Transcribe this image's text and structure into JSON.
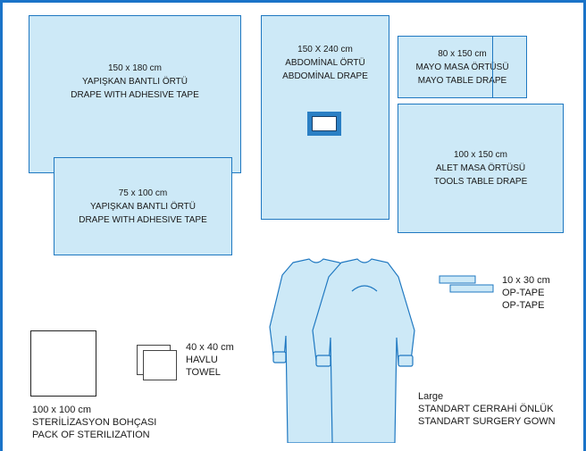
{
  "drape_adhesive_large": {
    "size": "150 x 180 cm",
    "tr": "YAPIŞKAN BANTLI ÖRTÜ",
    "en": "DRAPE WITH ADHESIVE TAPE"
  },
  "drape_adhesive_small": {
    "size": "75 x 100 cm",
    "tr": "YAPIŞKAN BANTLI ÖRTÜ",
    "en": "DRAPE WITH ADHESIVE TAPE"
  },
  "abdominal_drape": {
    "size": "150 X 240 cm",
    "tr": "ABDOMİNAL ÖRTÜ",
    "en": "ABDOMİNAL DRAPE"
  },
  "mayo_table_drape": {
    "size": "80 x 150 cm",
    "tr": "MAYO MASA ÖRTÜSÜ",
    "en": "MAYO TABLE DRAPE"
  },
  "tools_table_drape": {
    "size": "100 x 150 cm",
    "tr": "ALET MASA ÖRTÜSÜ",
    "en": "TOOLS TABLE DRAPE"
  },
  "op_tape": {
    "size": "10 x 30 cm",
    "tr": "OP-TAPE",
    "en": "OP-TAPE"
  },
  "sterilization_pack": {
    "size": "100 x 100 cm",
    "tr": "STERİLİZASYON BOHÇASI",
    "en": "PACK OF STERILIZATION"
  },
  "towel": {
    "size": "40 x 40 cm",
    "tr": "HAVLU",
    "en": "TOWEL"
  },
  "surgery_gown": {
    "size": "Large",
    "tr": "STANDART CERRAHİ ÖNLÜK",
    "en": "STANDART SURGERY GOWN"
  },
  "colors": {
    "fill": "#cde9f7",
    "outline": "#1f78c1",
    "frame": "#1a73c8",
    "window_fill": "#2a7fc4"
  }
}
